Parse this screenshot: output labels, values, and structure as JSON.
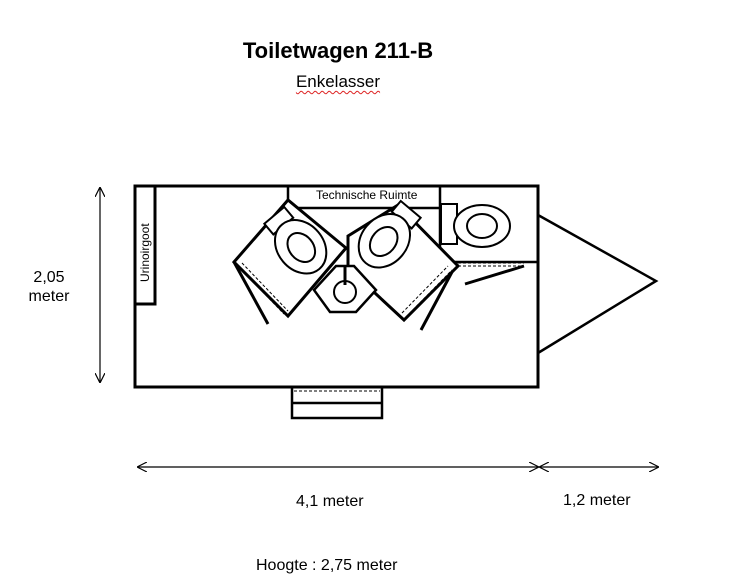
{
  "title": "Toiletwagen 211-B",
  "subtitle": "Enkelasser",
  "labels": {
    "height_value": "2,05",
    "height_unit": "meter",
    "technical_room": "Technische Ruimte",
    "urinal": "Urinoirgoot",
    "length": "4,1 meter",
    "drawbar_length": "1,2 meter",
    "trailer_height": "Hoogte : 2,75 meter"
  }
}
